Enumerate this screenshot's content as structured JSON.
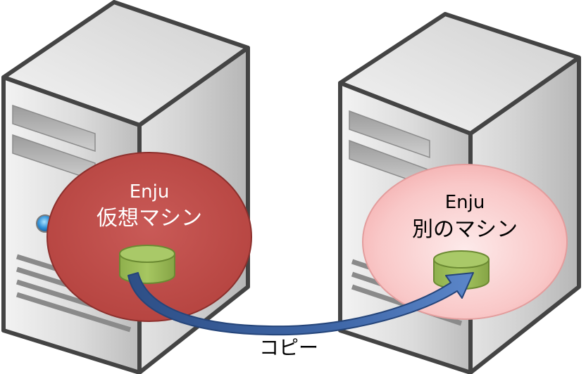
{
  "diagram": {
    "source_vm": {
      "line1": "Enju",
      "line2": "仮想マシン",
      "fill_color": "#c0504d",
      "text_color": "#ffffff"
    },
    "target_vm": {
      "line1": "Enju",
      "line2": "別のマシン",
      "fill_color": "#f9c8c8",
      "text_color": "#000000"
    },
    "database_color": "#9bbb59",
    "arrow_color": "#3f67a8",
    "arrow_label": "コピー"
  }
}
